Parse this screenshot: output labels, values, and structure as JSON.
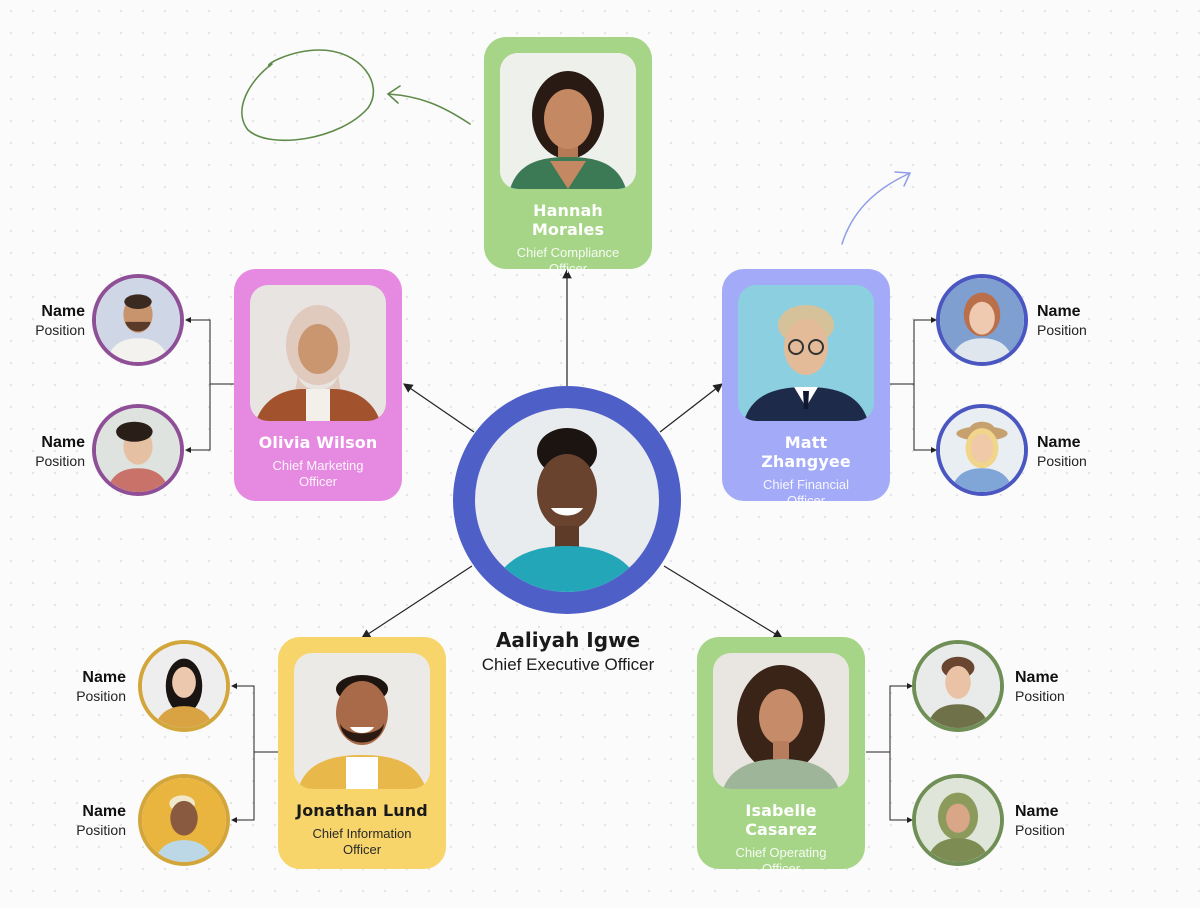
{
  "ceo": {
    "name": "Aaliyah Igwe",
    "title": "Chief Executive Officer"
  },
  "executives": {
    "compliance": {
      "name": "Hannah Morales",
      "title": "Chief Compliance Officer"
    },
    "marketing": {
      "name": "Olivia Wilson",
      "title": "Chief Marketing Officer"
    },
    "financial": {
      "name": "Matt Zhangyee",
      "title": "Chief Financial Officer"
    },
    "information": {
      "name": "Jonathan Lund",
      "title": "Chief Information Officer"
    },
    "operating": {
      "name": "Isabelle Casarez",
      "title": "Chief Operating Officer"
    }
  },
  "placeholder": {
    "name": "Name",
    "position": "Position"
  },
  "colors": {
    "green": "#a6d588",
    "pink": "#e58ae0",
    "periwinkle": "#a3aaf8",
    "yellow": "#f7d56b",
    "ceo_ring": "#4f5fc8",
    "ring_purple": "#8f4f97",
    "ring_blue": "#4b57c0",
    "ring_gold": "#d2a63b",
    "ring_green": "#6f8f56",
    "doodle_green": "#5f8a4a",
    "doodle_blue": "#8f9de8"
  },
  "icons": [
    "person-photo-icon",
    "arrow-icon",
    "circle-doodle-icon"
  ]
}
